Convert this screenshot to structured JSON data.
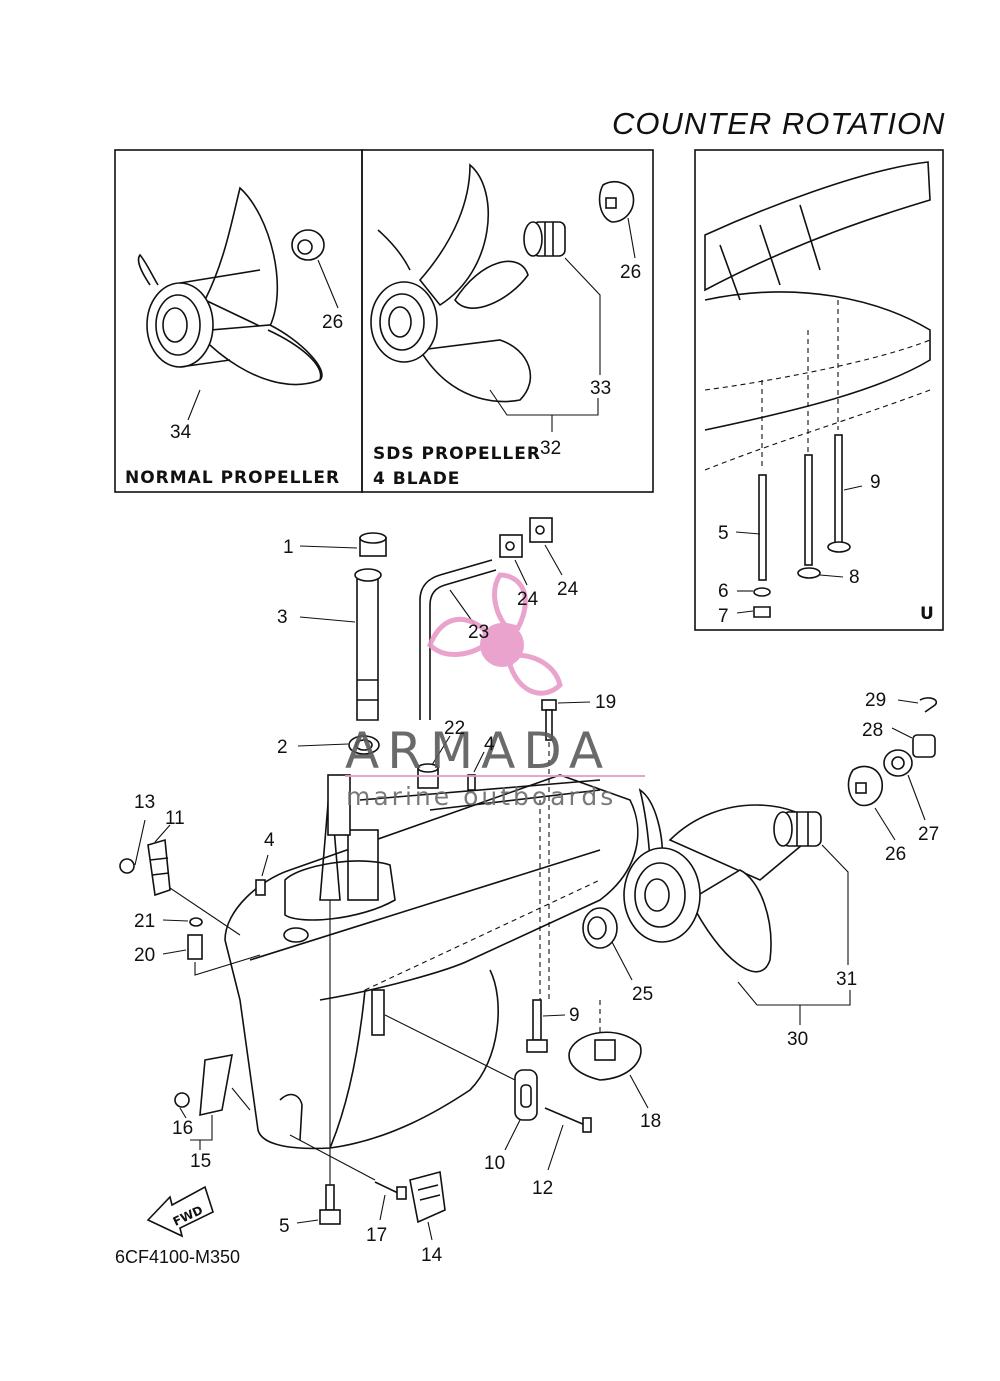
{
  "header": {
    "title": "COUNTER  ROTATION"
  },
  "insets": {
    "normal_propeller_label": "NORMAL PROPELLER",
    "sds_propeller_label_line1": "SDS PROPELLER",
    "sds_propeller_label_line2": "4 BLADE",
    "u_label": "U"
  },
  "callouts": [
    {
      "id": "c26a",
      "text": "26"
    },
    {
      "id": "c34",
      "text": "34"
    },
    {
      "id": "c26b",
      "text": "26"
    },
    {
      "id": "c33",
      "text": "33"
    },
    {
      "id": "c32",
      "text": "32"
    },
    {
      "id": "c9a",
      "text": "9"
    },
    {
      "id": "c5a",
      "text": "5"
    },
    {
      "id": "c6",
      "text": "6"
    },
    {
      "id": "c8",
      "text": "8"
    },
    {
      "id": "c7",
      "text": "7"
    },
    {
      "id": "c1",
      "text": "1"
    },
    {
      "id": "c3",
      "text": "3"
    },
    {
      "id": "c23",
      "text": "23"
    },
    {
      "id": "c24a",
      "text": "24"
    },
    {
      "id": "c24b",
      "text": "24"
    },
    {
      "id": "c19",
      "text": "19"
    },
    {
      "id": "c2",
      "text": "2"
    },
    {
      "id": "c22",
      "text": "22"
    },
    {
      "id": "c4a",
      "text": "4"
    },
    {
      "id": "c29",
      "text": "29"
    },
    {
      "id": "c28",
      "text": "28"
    },
    {
      "id": "c27",
      "text": "27"
    },
    {
      "id": "c26c",
      "text": "26"
    },
    {
      "id": "c13",
      "text": "13"
    },
    {
      "id": "c11",
      "text": "11"
    },
    {
      "id": "c4b",
      "text": "4"
    },
    {
      "id": "c21",
      "text": "21"
    },
    {
      "id": "c20",
      "text": "20"
    },
    {
      "id": "c31",
      "text": "31"
    },
    {
      "id": "c30",
      "text": "30"
    },
    {
      "id": "c25",
      "text": "25"
    },
    {
      "id": "c9b",
      "text": "9"
    },
    {
      "id": "c18",
      "text": "18"
    },
    {
      "id": "c16",
      "text": "16"
    },
    {
      "id": "c15",
      "text": "15"
    },
    {
      "id": "c10",
      "text": "10"
    },
    {
      "id": "c12",
      "text": "12"
    },
    {
      "id": "c5b",
      "text": "5"
    },
    {
      "id": "c17",
      "text": "17"
    },
    {
      "id": "c14",
      "text": "14"
    }
  ],
  "fwd_label": "FWD",
  "diagram_code": "6CF4100-M350",
  "watermark": {
    "brand": "ARMADA",
    "tagline": "marine outboards",
    "color": "#e79ac8"
  }
}
